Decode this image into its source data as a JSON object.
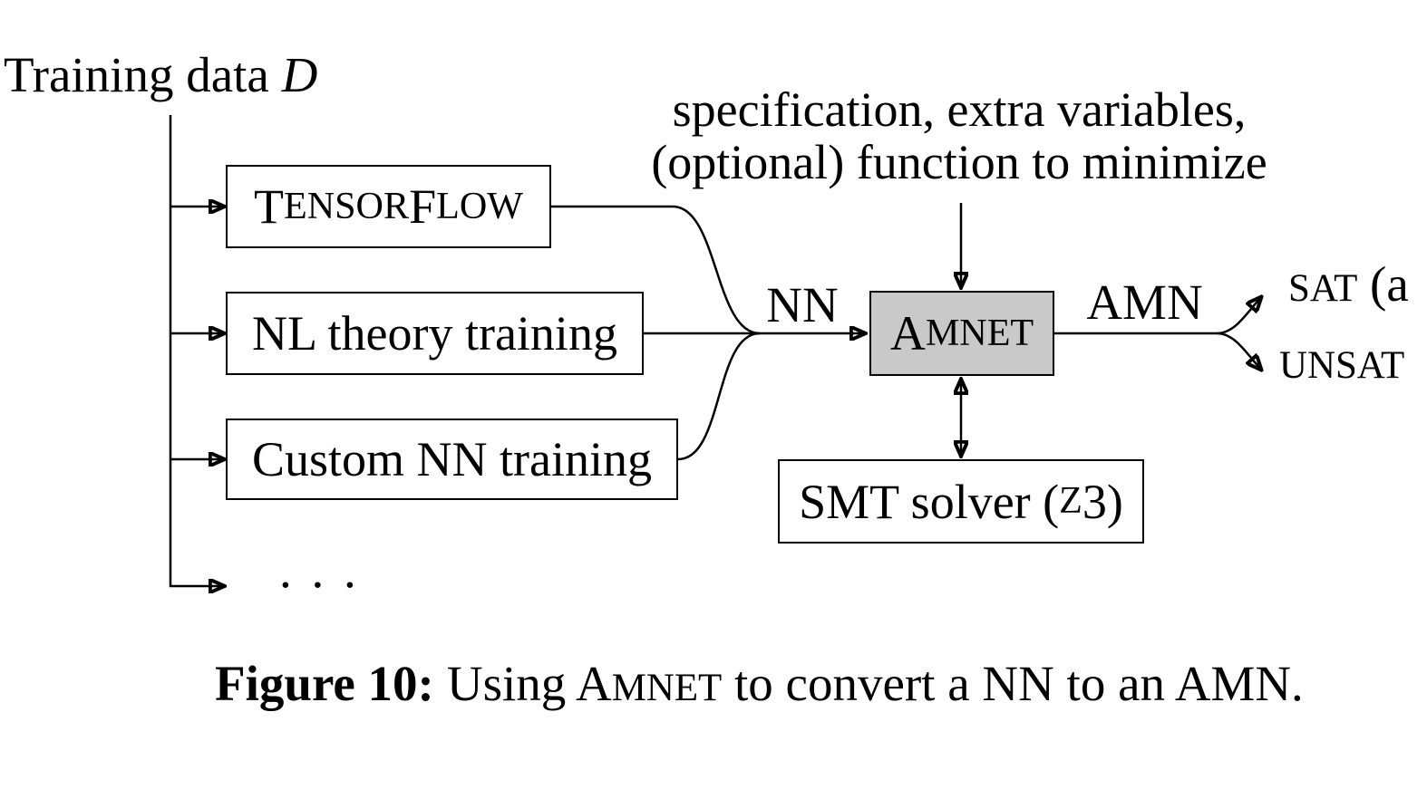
{
  "figure": {
    "training_data": {
      "text": "Training data ",
      "symbol": "D"
    },
    "spec": {
      "line1": "specification, extra variables,",
      "line2": "(optional) function to minimize"
    },
    "edges": {
      "nn": "NN",
      "amn": "AMN"
    },
    "outputs": {
      "sat_smallcaps": "SAT",
      "sat_rest": " (a",
      "unsat_smallcaps": "UNSAT"
    },
    "ellipsis": ". . .",
    "boxes": {
      "tensorflow": {
        "cap1": "T",
        "sc1": "ENSOR",
        "cap2": "F",
        "sc2": "LOW"
      },
      "nl_theory": "NL theory training",
      "custom_nn": "Custom NN training",
      "amnet": {
        "cap1": "A",
        "sc1": "MNET"
      },
      "smt": {
        "pre": "SMT solver (",
        "z": "Z",
        "post": "3)"
      }
    },
    "caption": {
      "bold": "Figure 10:",
      "pre": "Using ",
      "amnet_cap": "A",
      "amnet_sc": "MNET",
      "post": " to convert a NN to an AMN."
    },
    "colors": {
      "amnet_fill": "#c9c9c9",
      "line": "#000000",
      "box_fill": "#ffffff",
      "background": "#ffffff"
    }
  }
}
